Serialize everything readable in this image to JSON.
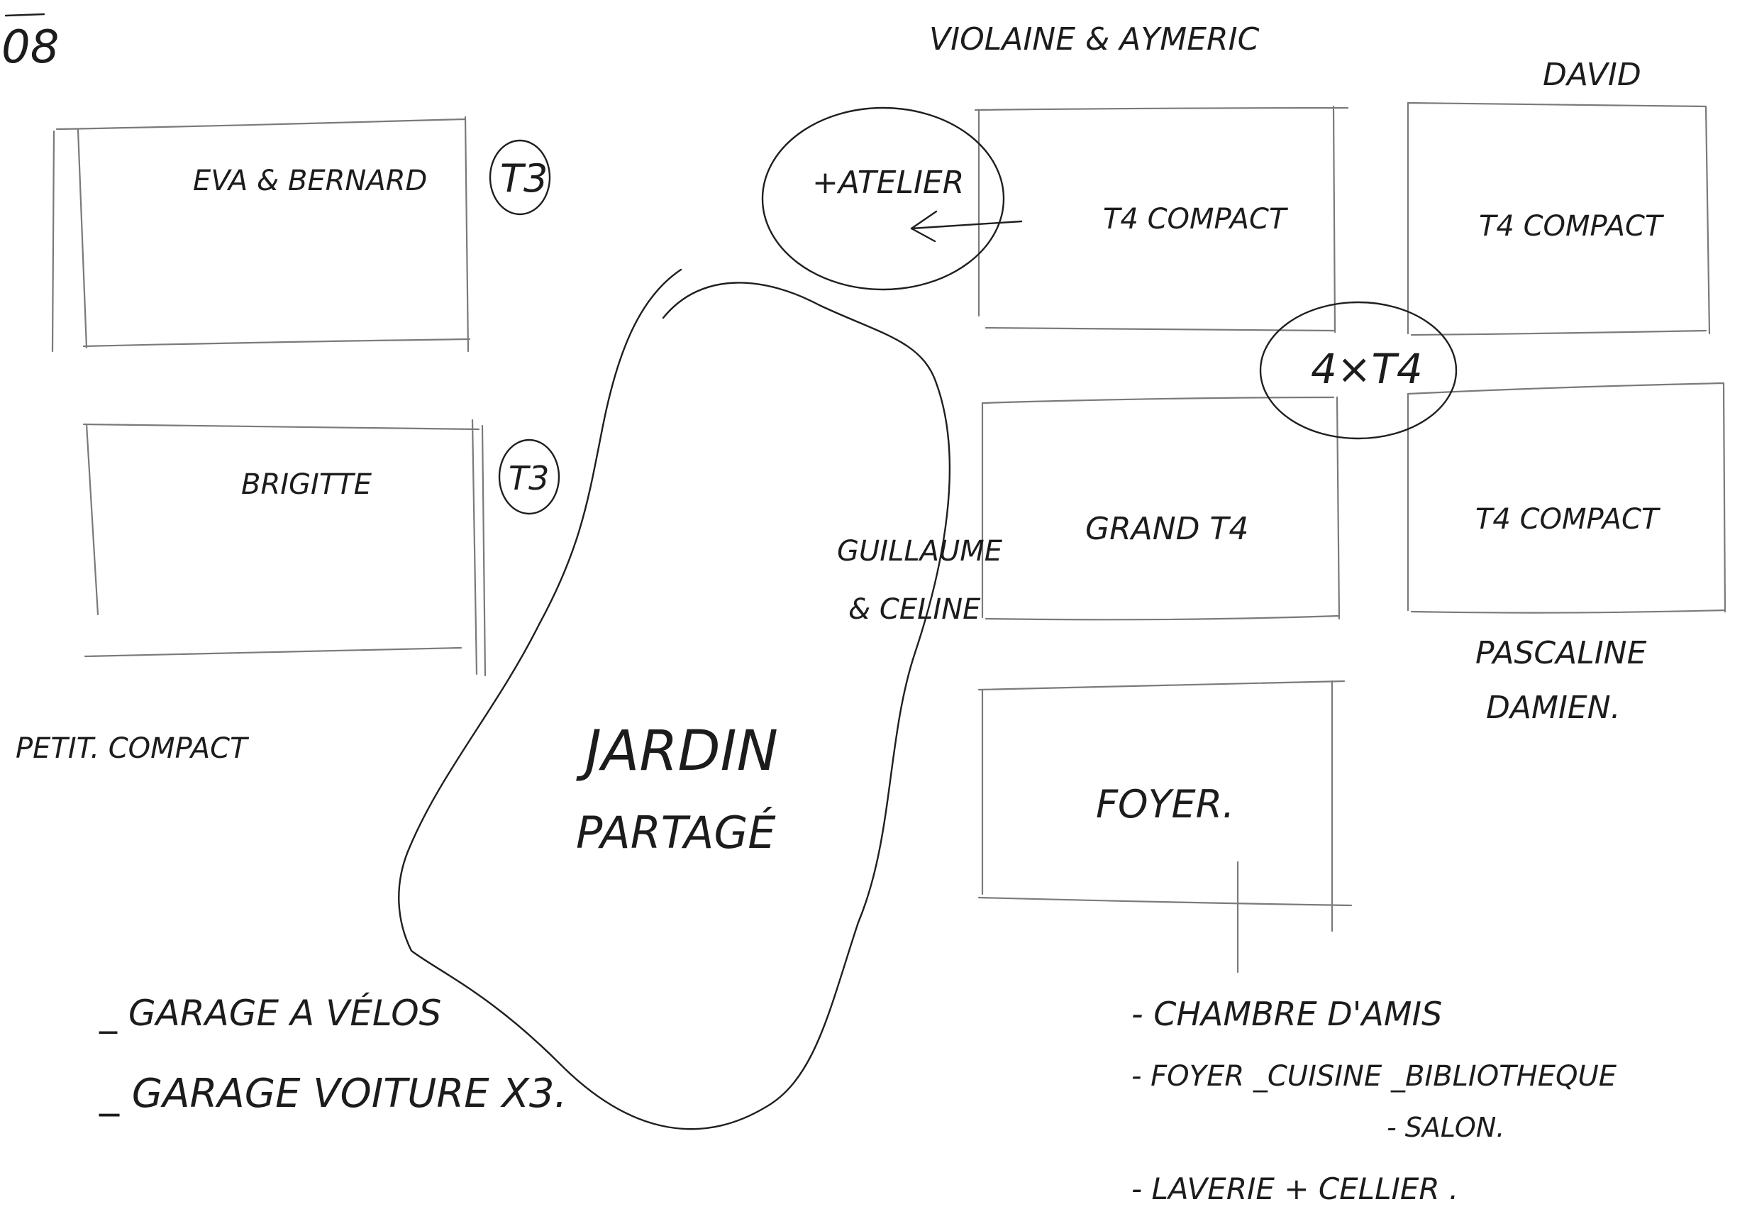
{
  "page": {
    "number": "08"
  },
  "units": {
    "eva_bernard": {
      "name": "EVA & BERNARD",
      "type": "T3"
    },
    "brigitte": {
      "name": "BRIGITTE",
      "type": "T3"
    },
    "small_note": "PETIT. COMPACT",
    "violaine_aymeric": {
      "owner": "VIOLAINE & AYMERIC",
      "label": "T4 COMPACT",
      "extra": "+ATELIER"
    },
    "david": {
      "owner": "DAVID",
      "label": "T4 COMPACT"
    },
    "guillaume_celine": {
      "owner_line1": "GUILLAUME",
      "owner_line2": "& CELINE",
      "label": "GRAND T4"
    },
    "pascaline_damien": {
      "owner_line1": "PASCALINE",
      "owner_line2": "DAMIEN.",
      "label": "T4 COMPACT"
    },
    "group_badge": "4×T4",
    "foyer": {
      "label": "FOYER."
    }
  },
  "garden": {
    "line1": "JARDIN",
    "line2": "PARTAGÉ"
  },
  "lists": {
    "garage": [
      "_ GARAGE A VÉLOS",
      "_ GARAGE VOITURE X3."
    ],
    "foyer_contents": [
      "- CHAMBRE D'AMIS",
      "- FOYER _CUISINE _BIBLIOTHEQUE",
      "- SALON.",
      "- LAVERIE + CELLIER ."
    ]
  }
}
